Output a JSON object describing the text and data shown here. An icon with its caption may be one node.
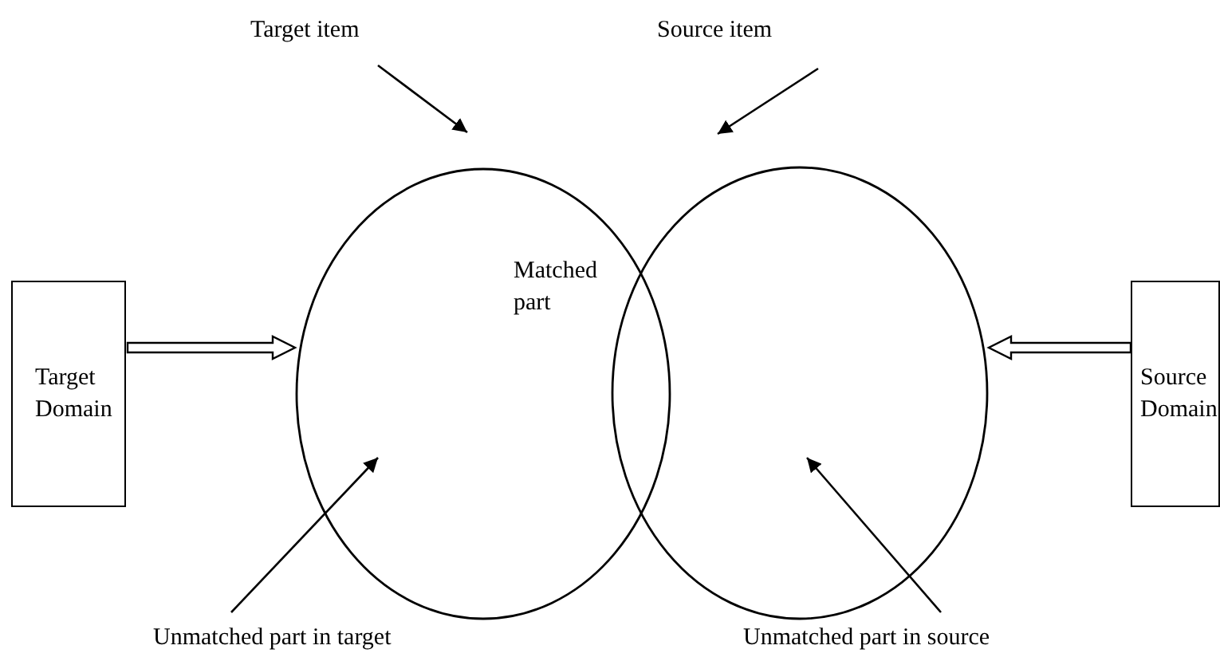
{
  "diagram": {
    "nodes": [
      {
        "text": [
          "Target item"
        ]
      },
      {
        "text": [
          "Source item"
        ]
      },
      {
        "text": [
          "Target Domain"
        ]
      },
      {
        "text": [],
        "shape": "circle"
      },
      {
        "text": [],
        "shape": "circle"
      },
      {
        "text": [
          "Source Domain"
        ]
      },
      {
        "text": [
          "Unmatched part in target"
        ]
      },
      {
        "text": [
          "Unmatched part in source"
        ]
      }
    ],
    "edges": [
      {
        "from": 0,
        "to": 3,
        "arrow": "to"
      },
      {
        "from": 1,
        "to": 4,
        "arrow": "to"
      },
      {
        "from": 2,
        "to": 3,
        "arrow": "to",
        "style": "thick"
      },
      {
        "from": 5,
        "to": 4,
        "arrow": "to",
        "style": "thick"
      },
      {
        "from": 6,
        "to": 3,
        "arrow": "to"
      },
      {
        "from": 7,
        "to": 4,
        "arrow": "to"
      }
    ],
    "labels": [
      "Matched part"
    ]
  }
}
